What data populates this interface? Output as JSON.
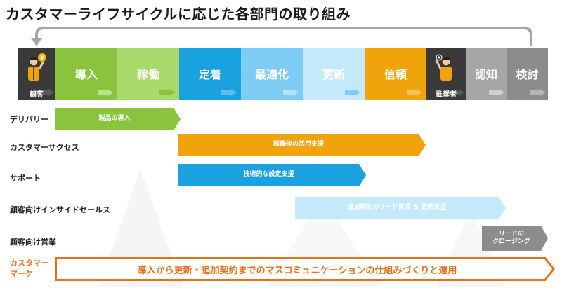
{
  "title": "カスタマーライフサイクルに応じた各部門の取り組み",
  "colors": {
    "dark": "#3a3a3a",
    "green": "#8ac43f",
    "light_green": "#a8d96a",
    "blue": "#1aa1e0",
    "light_blue": "#7cccf3",
    "pale_blue": "#c4e9fb",
    "orange": "#f0a30a",
    "gray": "#a6a6a6",
    "mid_gray": "#8c8c8c",
    "marketing_orange": "#e8701a"
  },
  "stages": [
    {
      "label": "顧客",
      "type": "person"
    },
    {
      "label": "導入"
    },
    {
      "label": "稼働"
    },
    {
      "label": "定着"
    },
    {
      "label": "最適化"
    },
    {
      "label": "更新"
    },
    {
      "label": "信頼"
    },
    {
      "label": "推奨者",
      "type": "person"
    },
    {
      "label": "認知"
    },
    {
      "label": "検討"
    }
  ],
  "rows": [
    {
      "label": "デリバリー",
      "bar_text": "製品の導入"
    },
    {
      "label": "カスタマーサクセス",
      "bar_text": "稼働後の活用支援"
    },
    {
      "label": "サポート",
      "bar_text": "技術的な設定支援"
    },
    {
      "label": "顧客向けインサイドセールス",
      "bar_text": "追加契約のリード育成 ＆ 更新支援"
    },
    {
      "label": "顧客向け営業",
      "bar_text_line1": "リードの",
      "bar_text_line2": "クロージング"
    }
  ],
  "marketing": {
    "label_line1": "カスタマー",
    "label_line2": "マーケ",
    "bar_text": "導入から更新・追加契約までのマスコミュニケーションの仕組みづくりと運用"
  }
}
